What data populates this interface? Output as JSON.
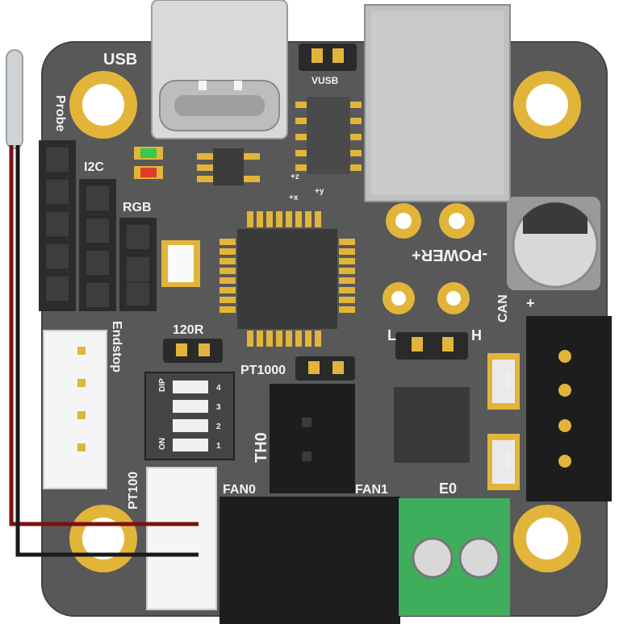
{
  "labels": {
    "usb": "USB",
    "vusb": "VUSB",
    "probe": "Probe",
    "i2c": "I2C",
    "rgb": "RGB",
    "endstop": "Endstop",
    "r120": "120R",
    "pt1000": "PT1000",
    "th0": "TH0",
    "pt100": "PT100",
    "fan0": "FAN0",
    "fan1": "FAN1",
    "e0": "E0",
    "power": "-POWER+",
    "power_minus": "-",
    "power_plus": "+",
    "can": "CAN",
    "l": "L",
    "h": "H",
    "cap_plus": "+",
    "dip": "DIP",
    "on": "ON",
    "dip_numbers": [
      "1",
      "2",
      "3",
      "4"
    ],
    "axis_x": "+x",
    "axis_y": "+y",
    "axis_z": "+z",
    "inductor_code": "0060"
  },
  "colors": {
    "pcb": "#585858",
    "pad": "#e2b53a",
    "silk": "#f2f2f2",
    "connector_black": "#1d1d1d",
    "connector_white": "#f5f5f5",
    "terminal_green": "#3fae5c",
    "led_green": "#38c84a",
    "led_red": "#e03b2b",
    "wire_red": "#7a1212",
    "wire_black": "#1a1a1a"
  }
}
